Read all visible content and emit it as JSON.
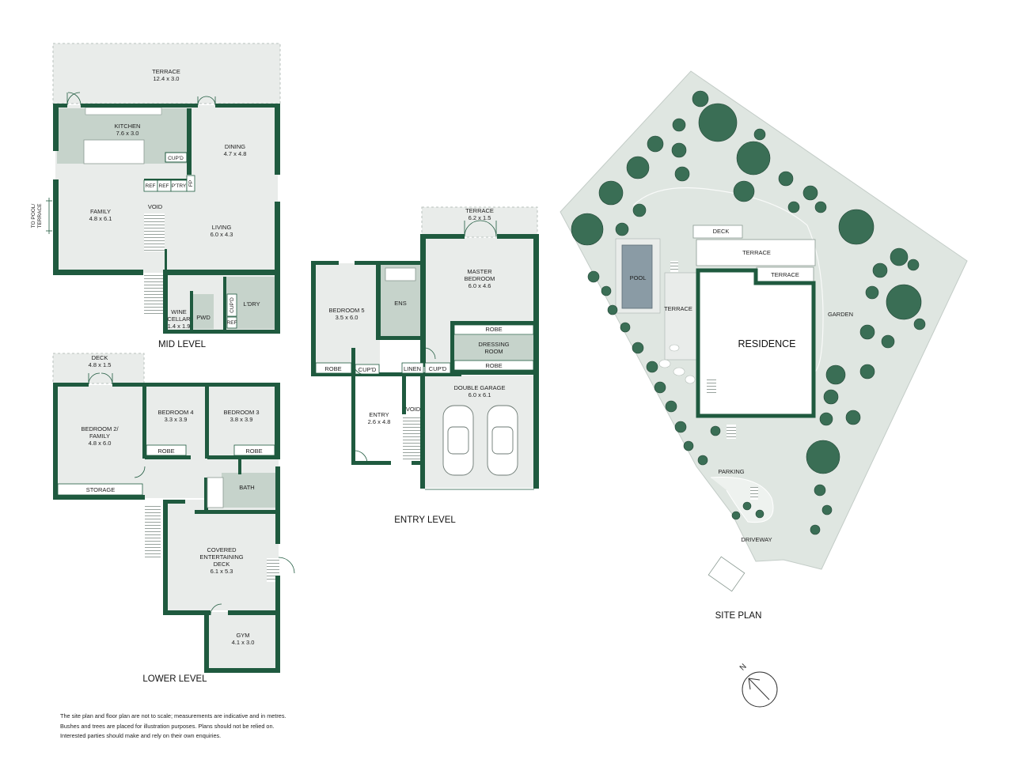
{
  "colors": {
    "wall": "#1f5a3f",
    "floor": "#e9ecea",
    "feature": "#c6d3cb",
    "site": "#dfe6e1",
    "tree": "#3a6e55",
    "pool": "#8a9ba5"
  },
  "mid_level": {
    "title": "MID LEVEL",
    "terrace": {
      "name": "TERRACE",
      "dim": "12.4 x 3.0"
    },
    "kitchen": {
      "name": "KITCHEN",
      "dim": "7.6 x 3.0"
    },
    "dining": {
      "name": "DINING",
      "dim": "4.7 x 4.8"
    },
    "family": {
      "name": "FAMILY",
      "dim": "4.8 x 6.1"
    },
    "living": {
      "name": "LIVING",
      "dim": "6.0 x 4.3"
    },
    "cupd": "CUP'D",
    "ref1": "REF",
    "ref2": "REF",
    "ptry": "P'TRY",
    "fp": "FP",
    "void": "VOID",
    "to_pool_1": "TO POOL/",
    "to_pool_2": "TERRACE",
    "wine_1": "WINE",
    "wine_2": "CELLAR",
    "wine_dim": "1.4 x 1.9",
    "pwd": "PWD",
    "cupd2": "CUP'D",
    "ref3": "REF",
    "ldry": "L'DRY"
  },
  "lower_level": {
    "title": "LOWER LEVEL",
    "deck": {
      "name": "DECK",
      "dim": "4.8 x 1.5"
    },
    "bedroom2_1": "BEDROOM 2/",
    "bedroom2_2": "FAMILY",
    "bedroom2_dim": "4.8 x 6.0",
    "bedroom4": {
      "name": "BEDROOM 4",
      "dim": "3.3 x 3.9"
    },
    "bedroom3": {
      "name": "BEDROOM 3",
      "dim": "3.8 x 3.9"
    },
    "robe1": "ROBE",
    "robe2": "ROBE",
    "storage": "STORAGE",
    "bath": "BATH",
    "covered_1": "COVERED",
    "covered_2": "ENTERTAINING",
    "covered_3": "DECK",
    "covered_dim": "6.1 x 5.3",
    "gym": {
      "name": "GYM",
      "dim": "4.1 x 3.0"
    }
  },
  "entry_level": {
    "title": "ENTRY LEVEL",
    "terrace": {
      "name": "TERRACE",
      "dim": "6.2 x 1.5"
    },
    "master_1": "MASTER",
    "master_2": "BEDROOM",
    "master_dim": "6.0 x 4.6",
    "bedroom5": {
      "name": "BEDROOM 5",
      "dim": "3.5 x 6.0"
    },
    "ens": "ENS",
    "robe_a": "ROBE",
    "dressing_1": "DRESSING",
    "dressing_2": "ROOM",
    "robe_b": "ROBE",
    "robe_c": "ROBE",
    "cupd_a": "CUP'D",
    "linen": "LINEN",
    "cupd_b": "CUP'D",
    "garage": {
      "name": "DOUBLE GARAGE",
      "dim": "6.0 x 6.1"
    },
    "entry": {
      "name": "ENTRY",
      "dim": "2.6 x 4.8"
    },
    "void": "VOID"
  },
  "site_plan": {
    "title": "SITE PLAN",
    "deck": "DECK",
    "terrace_a": "TERRACE",
    "terrace_b": "TERRACE",
    "terrace_c": "TERRACE",
    "pool": "POOL",
    "residence": "RESIDENCE",
    "garden": "GARDEN",
    "parking": "PARKING",
    "driveway": "DRIVEWAY",
    "north": "N"
  },
  "disclaimer": {
    "line1": "The site plan and floor plan are not to scale; measurements are indicative and in metres.",
    "line2": "Bushes and trees are placed for illustration purposes. Plans should not be relied on.",
    "line3": "Interested parties should make and rely on their own enquiries."
  }
}
